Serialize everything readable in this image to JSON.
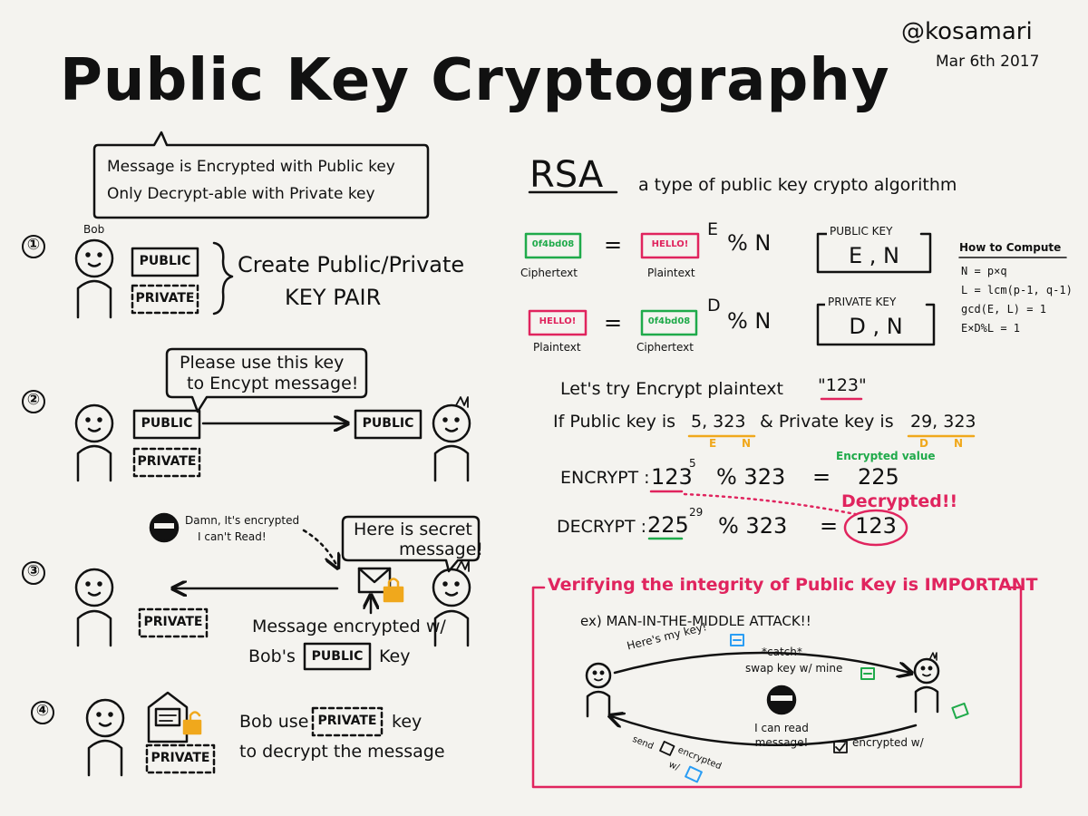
{
  "title": "Public Key Cryptography",
  "author": "@kosamari",
  "date": "Mar 6th 2017",
  "colors": {
    "green": "#1faa4a",
    "red": "#e0245e",
    "orange": "#f0a81c",
    "blue": "#2a9df4",
    "ink": "#111111",
    "paper": "#f4f3ef"
  },
  "intro": {
    "line1": "Message is Encrypted with Public key",
    "line2": "Only Decrypt-able with Private key"
  },
  "steps": {
    "s1": {
      "number": "①",
      "person": "Bob",
      "public_key": "PUBLIC",
      "private_key": "PRIVATE",
      "caption_line1": "Create Public/Private",
      "caption_line2": "KEY PAIR"
    },
    "s2": {
      "number": "②",
      "speech_line1": "Please use this key",
      "speech_line2": "to Encypt message!",
      "public_key": "PUBLIC",
      "private_key": "PRIVATE",
      "sent_key": "PUBLIC"
    },
    "s3": {
      "number": "③",
      "eavesdropper_line1": "Damn, It's encrypted",
      "eavesdropper_line2": "I can't Read!",
      "speech_line1": "Here is secret",
      "speech_line2": "message!",
      "private_key": "PRIVATE",
      "caption_line1": "Message encrypted w/",
      "caption_prefix": "Bob's",
      "caption_key": "PUBLIC",
      "caption_suffix": "Key"
    },
    "s4": {
      "number": "④",
      "private_key": "PRIVATE",
      "caption_prefix": "Bob use",
      "caption_key": "PRIVATE",
      "caption_suffix": "key",
      "caption_line2": "to decrypt the message"
    }
  },
  "rsa": {
    "heading": "RSA",
    "subtitle": "a type of public key crypto algorithm",
    "row1": {
      "cipher_box": "0f4bd08",
      "cipher_label": "Ciphertext",
      "equals": "=",
      "plain_box": "HELLO!",
      "plain_label": "Plaintext",
      "exponent": "E",
      "mod": "% N",
      "key_title": "PUBLIC KEY",
      "key_value": "E , N"
    },
    "row2": {
      "plain_box": "HELLO!",
      "plain_label": "Plaintext",
      "equals": "=",
      "cipher_box": "0f4bd08",
      "cipher_label": "Ciphertext",
      "exponent": "D",
      "mod": "% N",
      "key_title": "PRIVATE KEY",
      "key_value": "D , N"
    },
    "howto": {
      "title": "How to Compute",
      "lines": [
        "N = p×q",
        "L = lcm(p-1, q-1)",
        "gcd(E, L) = 1",
        "E×D%L = 1"
      ]
    }
  },
  "example": {
    "line1_prefix": "Let's try Encrypt plaintext",
    "line1_value": "\"123\"",
    "line2_prefix": "If Public key is",
    "public_value": "5, 323",
    "line2_mid": "& Private key is",
    "private_value": "29, 323",
    "label_e": "E",
    "label_n": "N",
    "label_d": "D",
    "label_n2": "N",
    "encrypted_value_label": "Encrypted value",
    "encrypt_label": "ENCRYPT :",
    "encrypt_base": "123",
    "encrypt_exp": "5",
    "encrypt_mod": "% 323",
    "encrypt_eq": "=",
    "encrypt_result": "225",
    "decrypted_label": "Decrypted!!",
    "decrypt_label": "DECRYPT :",
    "decrypt_base": "225",
    "decrypt_exp": "29",
    "decrypt_mod": "% 323",
    "decrypt_eq": "=",
    "decrypt_result": "123"
  },
  "mitm": {
    "heading": "Verifying the integrity of Public Key is IMPORTANT",
    "example": "ex) MAN-IN-THE-MIDDLE ATTACK!!",
    "heres_key": "Here's my key!",
    "catch_line1": "*catch*",
    "catch_line2": "swap key w/ mine",
    "read_line1": "I can read",
    "read_line2": "message!",
    "encrypted_w": "encrypted w/",
    "send_line1": "send",
    "send_line2": "encrypted",
    "send_line3": "w/"
  }
}
